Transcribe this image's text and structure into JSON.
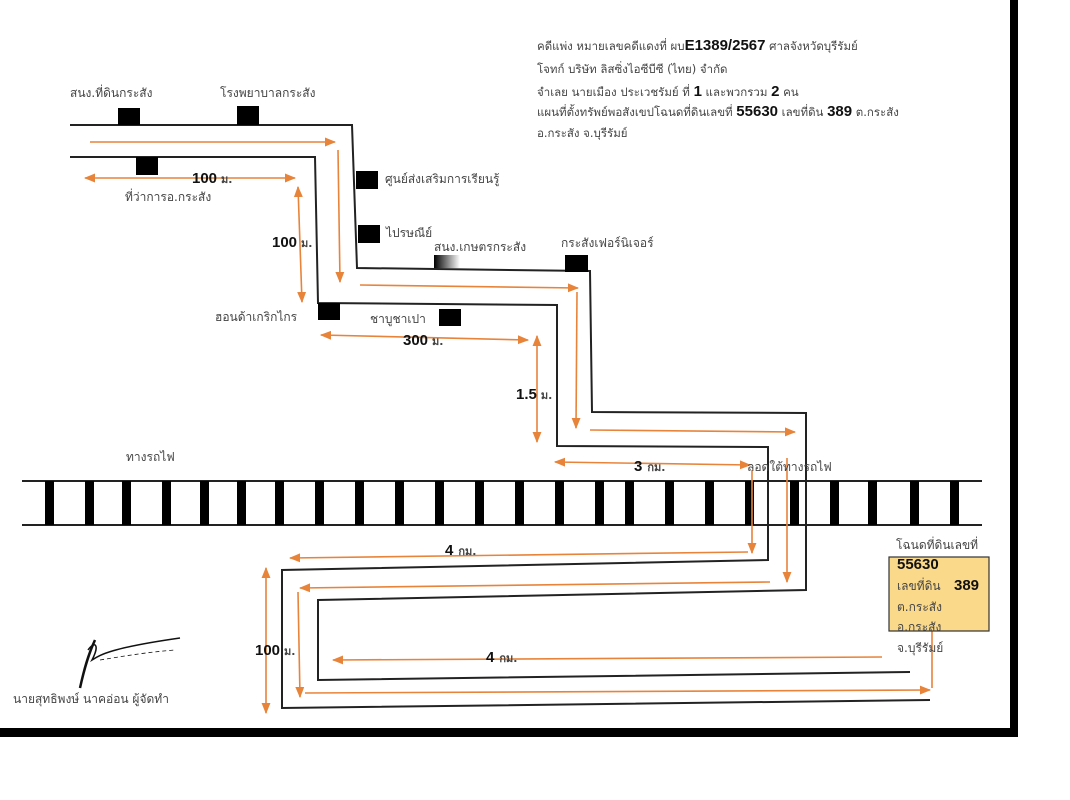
{
  "header": {
    "line1": {
      "pre": "คดีแพ่ง หมายเลขคดีแดงที่ ผบ",
      "case_no": "E1389/2567",
      "post": " ศาลจังหวัดบุรีรัมย์"
    },
    "line2": "โจทก์ บริษัท ลิสซิ่งไอซีบีซี (ไทย) จำกัด",
    "line3": {
      "pre": "จำเลย นายเมือง ประเวชรัมย์ ที่ ",
      "n1": "1",
      "mid": " และพวกรวม ",
      "n2": "2",
      "post": " คน"
    },
    "line4": {
      "pre": "แผนที่ตั้งทรัพย์พอสังเขปโฉนดที่ดินเลขที่ ",
      "deed": "55630",
      "mid": "  เลขที่ดิน ",
      "land": "389",
      "post": " ต.กระสัง"
    },
    "line5": "อ.กระสัง จ.บุรีรัมย์"
  },
  "landmarks": {
    "land_office": "สนง.ที่ดินกระสัง",
    "hospital": "โรงพยาบาลกระสัง",
    "district_office": "ที่ว่าการอ.กระสัง",
    "learning_center": "ศูนย์ส่งเสริมการเรียนรู้",
    "post_office": "ไปรษณีย์",
    "agri_office": "สนง.เกษตรกระสัง",
    "furniture": "กระสังเฟอร์นิเจอร์",
    "hondealer": "ฮอนด้าเกริกไกร",
    "shabu": "ชาบูชาเปา",
    "railway": "ทางรถไฟ",
    "underpass": "ลอดใต้ทางรถไฟ"
  },
  "distances": [
    {
      "value": "100",
      "unit": "ม."
    },
    {
      "value": "100",
      "unit": "ม."
    },
    {
      "value": "300",
      "unit": "ม."
    },
    {
      "value": "1.5",
      "unit": "ม."
    },
    {
      "value": "3",
      "unit": "กม."
    },
    {
      "value": "4",
      "unit": "กม."
    },
    {
      "value": "100",
      "unit": "ม."
    },
    {
      "value": "4",
      "unit": "กม."
    }
  ],
  "target": {
    "title": "โฉนดที่ดินเลขที่",
    "deed": "55630",
    "land_label": "เลขที่ดิน",
    "land": "389",
    "tambon": "ต.กระสัง",
    "amphoe": "อ.กระสัง",
    "province": "จ.บุรีรัมย์",
    "fill_color": "#fbd98a"
  },
  "signature": {
    "name": "นายสุทธิพงษ์ นาคอ่อน ผู้จัดทำ"
  },
  "colors": {
    "arrow": "#e8843a",
    "road": "#222222"
  }
}
